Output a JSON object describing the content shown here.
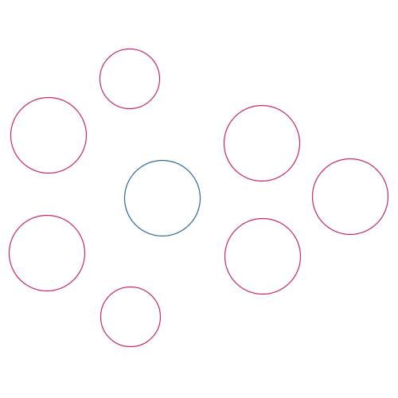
{
  "colors": {
    "background": "#ffffff",
    "outer": "#c8286e",
    "center": "#2f6a9c"
  },
  "shapes": {
    "count": 8,
    "kinds": [
      "circle"
    ],
    "center_circle": {
      "stroke": "center"
    },
    "outer_circles": {
      "stroke": "outer",
      "count": 7
    }
  }
}
